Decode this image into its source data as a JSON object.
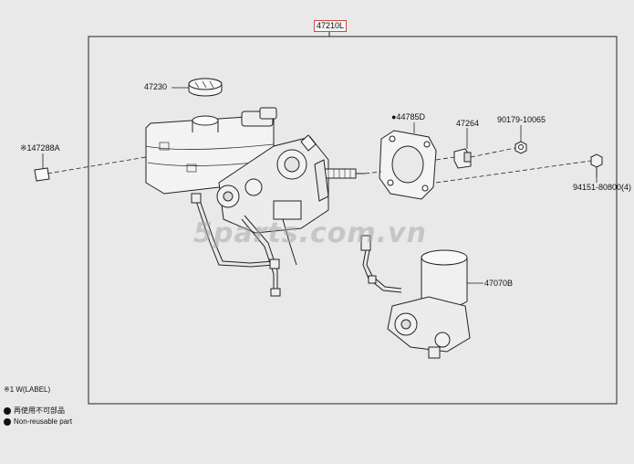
{
  "diagram": {
    "assembly_part": "47210L",
    "parts": {
      "reservoir_cap": "47230",
      "label_part": "※147288A",
      "gasket": "●44785D",
      "bracket": "47264",
      "nut": "90179-10065",
      "bolt": "94151-80800(4)",
      "pump_motor": "47070B"
    },
    "watermark": "5parts.com.vn",
    "notes": {
      "label_note": "※1 W(LABEL)",
      "nonreusable_jp": "再使用不可部品",
      "nonreusable_en": "Non-reusable part"
    },
    "colors": {
      "background": "#e9e9e9",
      "line": "#222222",
      "highlight_box": "#d04a4a"
    }
  }
}
